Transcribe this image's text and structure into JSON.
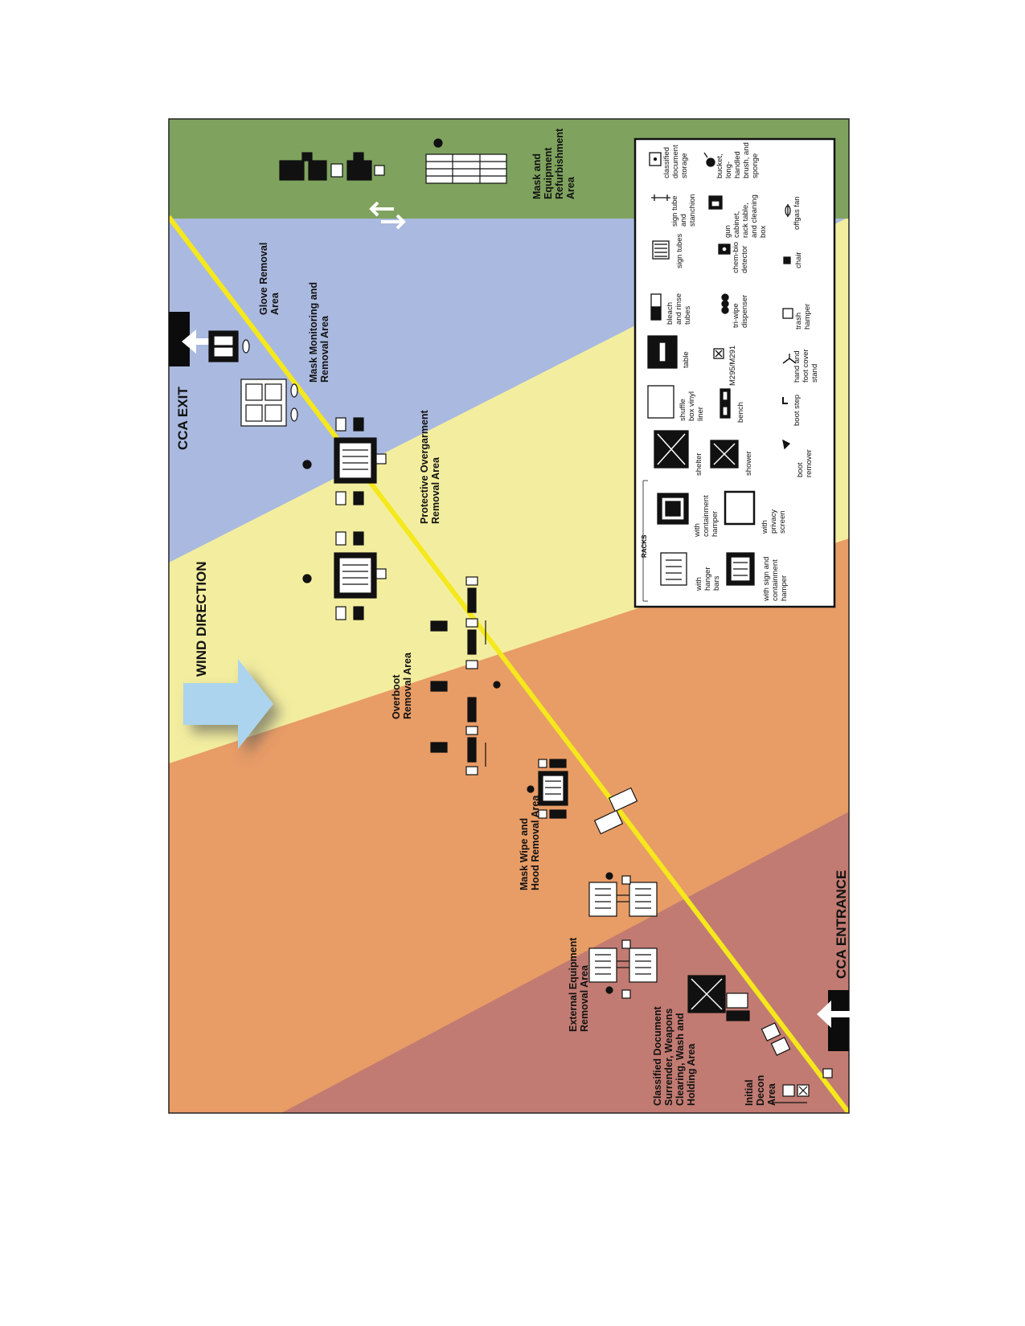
{
  "colors": {
    "zone_dark": "#c17b72",
    "zone_orange": "#e89c66",
    "zone_yellow": "#f3ee9f",
    "zone_blue": "#aab9df",
    "zone_green": "#7fa35e",
    "hotline": "#f5e81c",
    "wind_arrow": "#acd4ee"
  },
  "banners": {
    "exit": "CCA EXIT",
    "entrance": "CCA ENTRANCE",
    "wind": "WIND DIRECTION"
  },
  "areas": {
    "initial_decon": [
      "Initial",
      "Decon",
      "Area"
    ],
    "classified": [
      "Classified Document",
      "Surrender, Weapons",
      "Clearing, Wash and",
      "Holding Area"
    ],
    "external_equipment": [
      "External Equipment",
      "Removal Area"
    ],
    "mask_wipe": [
      "Mask Wipe and",
      "Hood Removal Area"
    ],
    "overboot": [
      "Overboot",
      "Removal Area"
    ],
    "protective": [
      "Protective Overgarment",
      "Removal Area"
    ],
    "mask_monitoring": [
      "Mask Monitoring and",
      "Removal Area"
    ],
    "glove": [
      "Glove Removal",
      "Area"
    ],
    "mask_refurb": [
      "Mask and",
      "Equipment",
      "Refurbishment",
      "Area"
    ]
  },
  "legend": {
    "racks_title": "RACKS",
    "items": {
      "hanger_bars": [
        "with",
        "hanger",
        "bars"
      ],
      "sign_hamper": [
        "with sign and",
        "containment",
        "hamper"
      ],
      "containment_hamper": [
        "with",
        "containment",
        "hamper"
      ],
      "privacy_screen": [
        "with",
        "privacy",
        "screen"
      ],
      "shelter": [
        "shelter"
      ],
      "shower": [
        "shower"
      ],
      "shuffle_box": [
        "shuffle",
        "box vinyl",
        "liner"
      ],
      "bench": [
        "bench"
      ],
      "table": [
        "table"
      ],
      "m295": [
        "M295/M291"
      ],
      "bleach": [
        "bleach",
        "and rinse",
        "tubes"
      ],
      "triwipe": [
        "tri-wipe",
        "dispenser"
      ],
      "sign_tubes": [
        "sign tubes"
      ],
      "chembio": [
        "chem-bio",
        "detector"
      ],
      "stanchion": [
        "sign tube",
        "and",
        "stanchion"
      ],
      "gun_cabinet": [
        "gun",
        "cabinet,",
        "rack table,",
        "and cleaning",
        "box"
      ],
      "classified_storage": [
        "classified",
        "document",
        "storage"
      ],
      "bucket": [
        "bucket,",
        "long-",
        "handled",
        "brush, and",
        "sponge"
      ],
      "boot_remover": [
        "boot",
        "remover"
      ],
      "boot_step": [
        "boot step"
      ],
      "hand_foot": [
        "hand and",
        "foot cover",
        "stand"
      ],
      "trash": [
        "trash",
        "hamper"
      ],
      "chair": [
        "chair"
      ],
      "offgas": [
        "offgas fan"
      ]
    }
  }
}
